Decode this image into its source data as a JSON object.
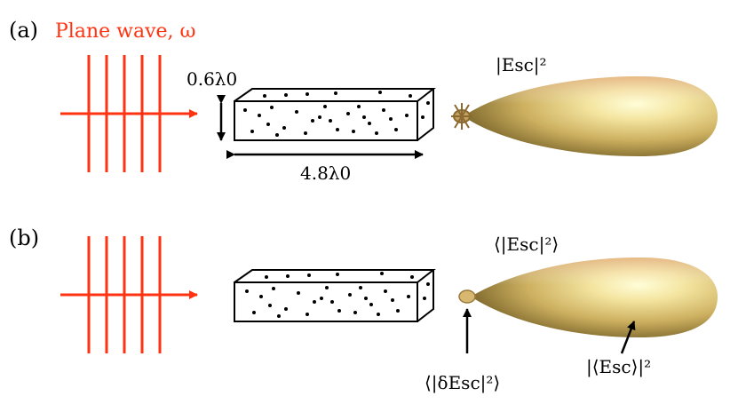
{
  "panel_a": {
    "label": "(a)",
    "wave_label": "Plane wave, ω",
    "height_label": "0.6λ0",
    "length_label": "4.8λ0",
    "field_label": "|Esc|²"
  },
  "panel_b": {
    "label": "(b)",
    "mean_intensity_label": "⟨|Esc|²⟩",
    "fluctuation_label": "⟨|δEsc|²⟩",
    "coherent_label": "|⟨Esc⟩|²"
  },
  "colors": {
    "wave": "#ff3311",
    "lobe_light": "#fffdd0",
    "lobe_mid": "#e8c878",
    "lobe_dark": "#6e5a22"
  }
}
